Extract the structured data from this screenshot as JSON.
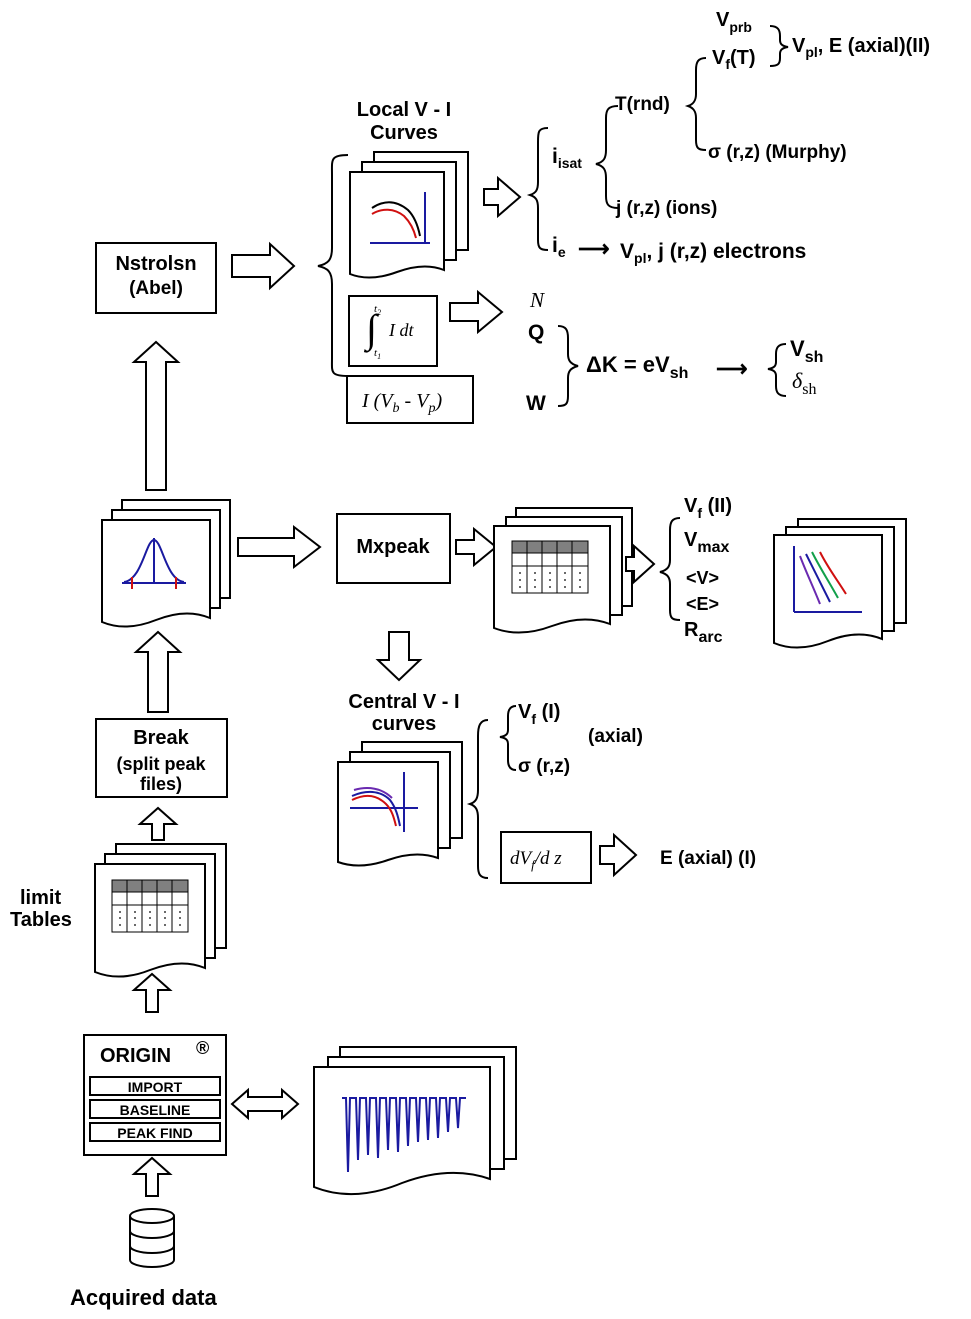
{
  "labels": {
    "acquired_data": "Acquired data",
    "origin": "ORIGIN",
    "origin_mark": "®",
    "import": "IMPORT",
    "baseline": "BASELINE",
    "peak_find": "PEAK FIND",
    "limit_tables_1": "limit",
    "limit_tables_2": "Tables",
    "break_1": "Break",
    "break_2": "(split peak",
    "break_3": "files)",
    "nstrolsn_1": "Nstrolsn",
    "nstrolsn_2": "(Abel)",
    "local_vi_1": "Local V - I",
    "local_vi_2": "Curves",
    "mxpeak": "Mxpeak",
    "central_vi_1": "Central V - I",
    "central_vi_2": "curves",
    "i_isat_main": "i",
    "i_isat_sub1": "i",
    "i_isat_sub2": "sat",
    "t_rnd": "T(rnd)",
    "v_prb": "V",
    "v_prb_sub": "prb",
    "vf_t_a": "V",
    "vf_t_sub": "f",
    "vf_t_b": "(T)",
    "vpl_top": "V",
    "vpl_top_sub": "pl",
    "e_axial_ii": ",  E (axial)(II)",
    "sigma_murphy": "σ (r,z) (Murphy)",
    "j_ions": "j (r,z) (ions)",
    "i_e": "i",
    "i_e_sub": "e",
    "arrow_right": "⟶",
    "vpl_el": "V",
    "vpl_el_sub": "pl",
    "j_electrons": ", j (r,z) electrons",
    "int_expr": "I dt",
    "int_t1": "t",
    "int_t1_sub": "1",
    "int_t2": "t",
    "int_t2_sub": "2",
    "ivbvp": "I (V - V )",
    "n_label": "N",
    "q_label": "Q",
    "w_label": "W",
    "delta_k": "ΔK = eV",
    "delta_k_sub": "sh",
    "v_sh": "V",
    "v_sh_sub": "sh",
    "delta_sh": "δ",
    "delta_sh_sub": "sh",
    "vf_ii": "V",
    "vf_ii_sub": "f",
    "vf_ii_tail": " (II)",
    "v_max": "V",
    "v_max_sub": "max",
    "v_avg": "<V>",
    "e_avg": "<E>",
    "r_arc": "R",
    "r_arc_sub": "arc",
    "vf_i": "V",
    "vf_i_sub": "f",
    "vf_i_tail": " (I)",
    "axial": "(axial)",
    "sigma_rz": "σ (r,z)",
    "dvf_dz": "dV /d z",
    "dvf_dz_sub": "f",
    "e_axial_i": "E (axial) (I)"
  },
  "colors": {
    "axis_blue": "#1a1aa0",
    "curve_red": "#d01010",
    "curve_black": "#000000",
    "curve_green": "#12a04a",
    "curve_purple": "#6a2ab0",
    "table_header": "#808080"
  }
}
